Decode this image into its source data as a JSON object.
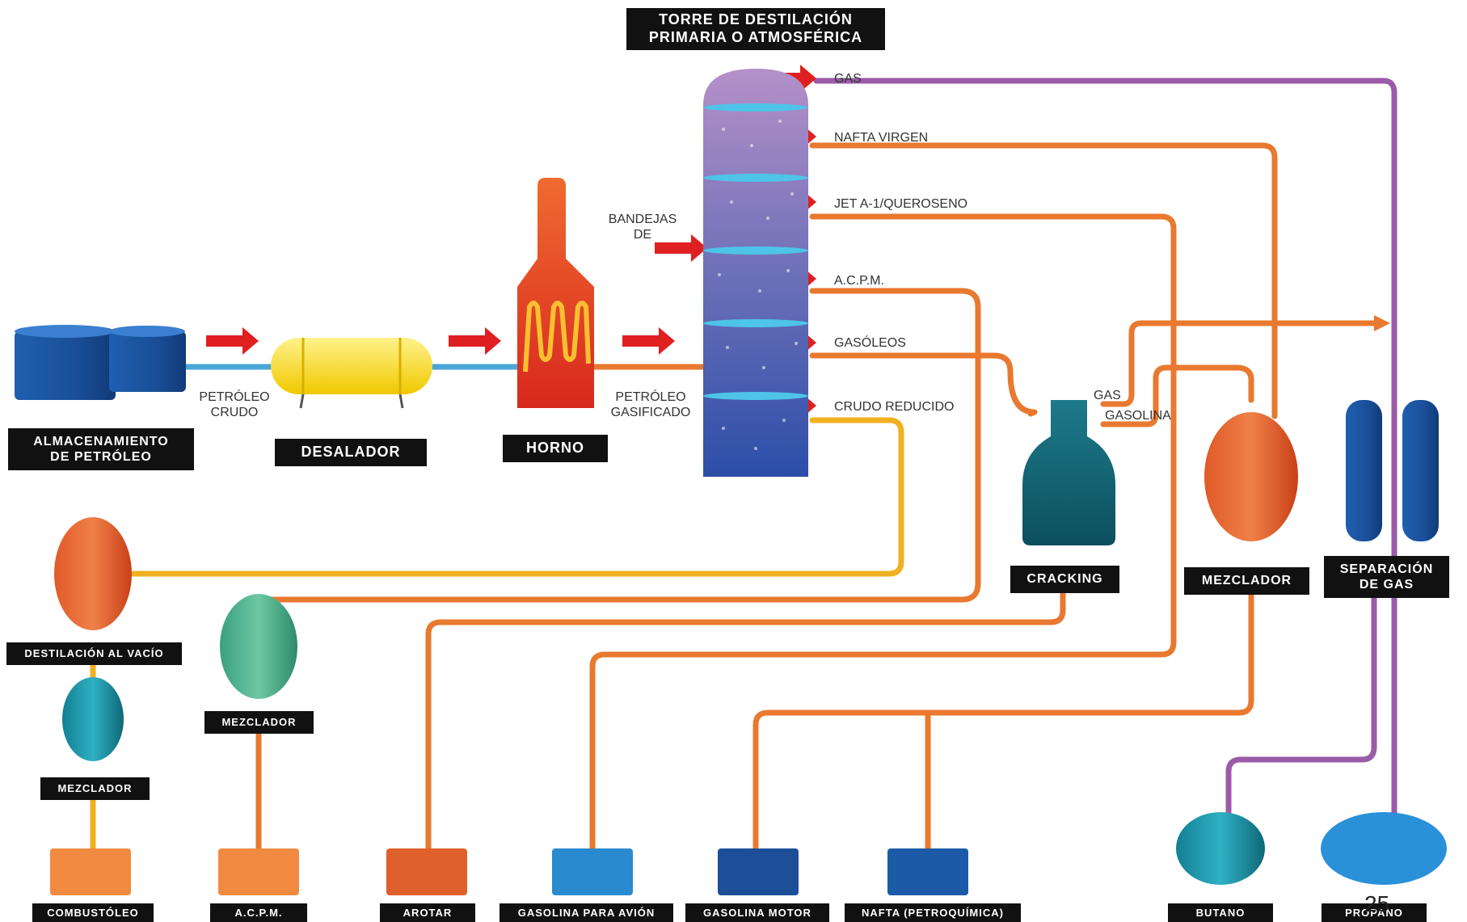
{
  "title": "TORRE DE DESTILACIÓN\nPRIMARIA O ATMOSFÉRICA",
  "units": {
    "storage": "ALMACENAMIENTO\nDE PETRÓLEO",
    "desalter": "DESALADOR",
    "furnace": "HORNO",
    "cracking": "CRACKING",
    "mixer_right": "MEZCLADOR",
    "gas_separation": "SEPARACIÓN\nDE GAS",
    "vacuum_distillation": "DESTILACIÓN AL VACÍO",
    "mixer_mid": "MEZCLADOR",
    "mixer_left": "MEZCLADOR"
  },
  "flows": {
    "crude": "PETRÓLEO\nCRUDO",
    "gasified": "PETRÓLEO\nGASIFICADO",
    "trays": "BANDEJAS\nDE"
  },
  "tower_outputs": [
    "GAS",
    "NAFTA VIRGEN",
    "JET A-1/QUEROSENO",
    "A.C.P.M.",
    "GASÓLEOS",
    "CRUDO REDUCIDO"
  ],
  "cracking_outputs": {
    "gas": "GAS",
    "gasoline": "GASOLINA"
  },
  "products": [
    "COMBUSTÓLEO",
    "A.C.P.M.",
    "AROTAR",
    "GASOLINA PARA AVIÓN",
    "GASOLINA MOTOR",
    "NAFTA (PETROQUÍMICA)",
    "BUTANO",
    "PROPANO"
  ],
  "page_number": "25",
  "colors": {
    "pipe_orange": "#e8792f",
    "pipe_purple": "#9b5ba8",
    "pipe_yellow": "#f0b020",
    "pipe_blue": "#4aa6d8",
    "arrow_red": "#e02020",
    "label_bg": "#111111"
  }
}
